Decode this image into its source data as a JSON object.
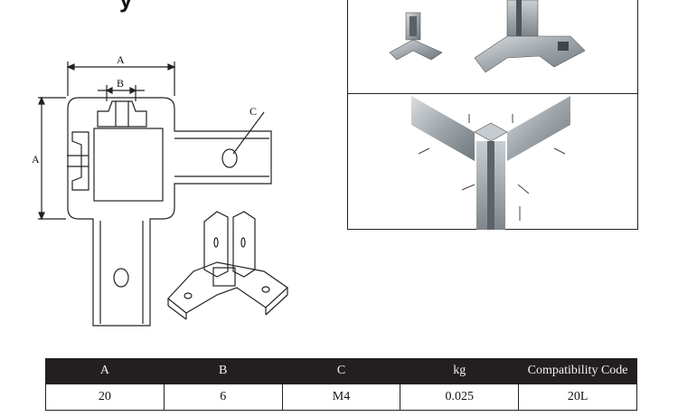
{
  "header_fragment": "y",
  "drawing_labels": {
    "dim_a_top": "A",
    "dim_b": "B",
    "dim_a_side": "A",
    "dim_c": "C"
  },
  "spec_table": {
    "headers": [
      "A",
      "B",
      "C",
      "kg",
      "Compatibility Code"
    ],
    "rows": [
      [
        "20",
        "6",
        "M4",
        "0.025",
        "20L"
      ]
    ]
  }
}
